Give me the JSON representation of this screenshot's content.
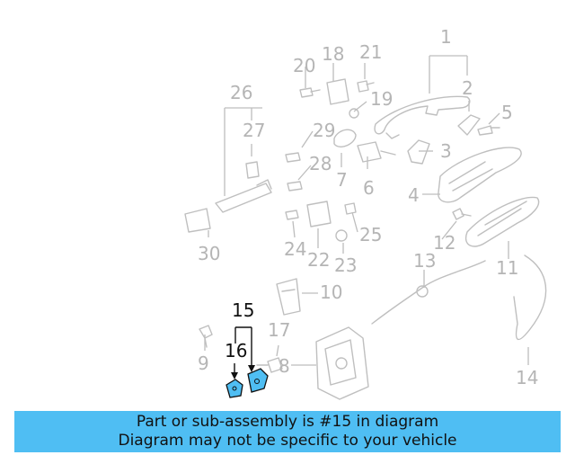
{
  "callouts": [
    "1",
    "2",
    "3",
    "4",
    "5",
    "6",
    "7",
    "8",
    "9",
    "10",
    "11",
    "12",
    "13",
    "14",
    "15",
    "16",
    "17",
    "18",
    "19",
    "20",
    "21",
    "22",
    "23",
    "24",
    "25",
    "26",
    "27",
    "28",
    "29",
    "30"
  ],
  "highlight_color": "#4fbef3",
  "banner": {
    "line1": "Part or sub-assembly is #15 in diagram",
    "line2": "Diagram may not be specific to your vehicle"
  }
}
